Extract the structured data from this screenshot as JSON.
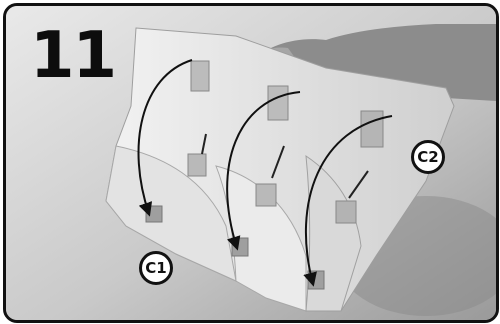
{
  "step": {
    "number": "11"
  },
  "callouts": {
    "c1": "C1",
    "c2": "C2"
  }
}
